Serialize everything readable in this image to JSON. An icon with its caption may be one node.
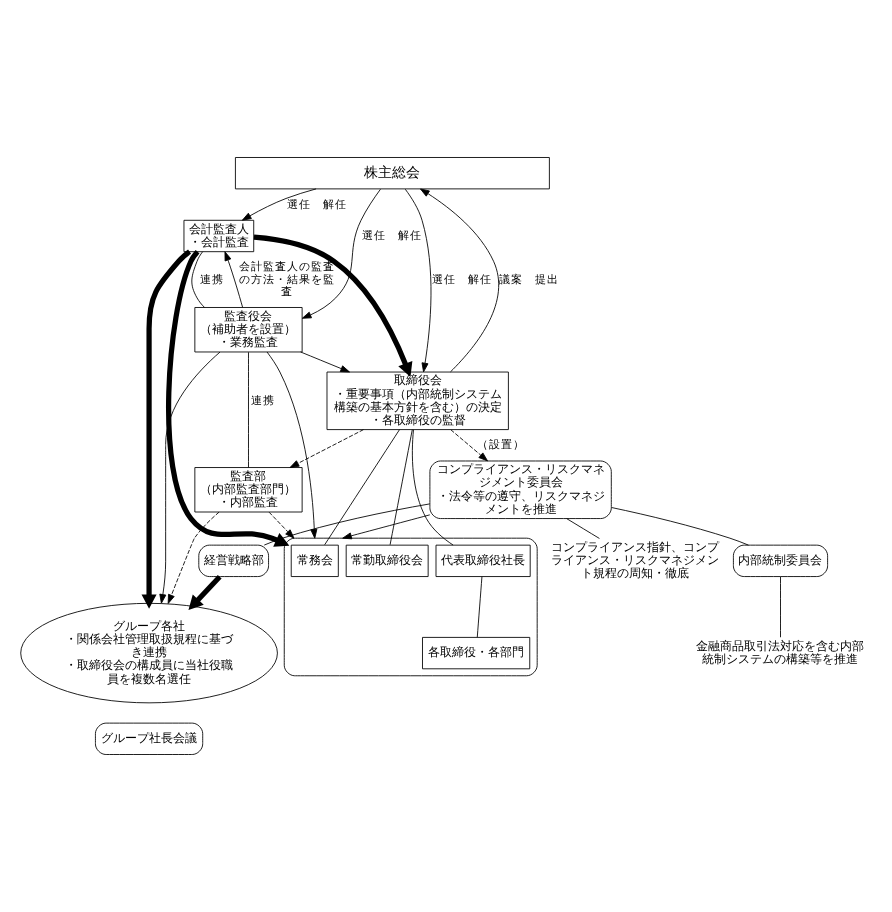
{
  "diagram": {
    "nodes": [
      {
        "text": [
          "株主総会"
        ]
      },
      {
        "text": [
          "会計監査人",
          "・会計監査"
        ]
      },
      {
        "text": [
          "監査役会",
          "（補助者を設置）",
          "・業務監査"
        ]
      },
      {
        "text": [
          "取締役会",
          "・重要事項（内部統制システム構築の基本方針を含む）の決定",
          "・各取締役の監督"
        ]
      },
      {
        "text": [],
        "shape": "ellipse"
      },
      {
        "text": [
          "常務会"
        ],
        "in": 4
      },
      {
        "text": [
          "常勤取締役会"
        ],
        "in": 4
      },
      {
        "text": [
          "代表取締役社長"
        ],
        "in": 4
      },
      {
        "text": [
          "各取締役・各部門"
        ],
        "in": 4
      },
      {
        "text": [
          "監査部",
          "（内部監査部門）",
          "・内部監査"
        ]
      },
      {
        "text": [
          "グループ各社",
          "・関係会社管理取扱規程に基づき連携",
          "・取締役会の構成員に当社役職員を複数名選任"
        ]
      },
      {
        "text": [
          "グループ社長会議"
        ]
      },
      {
        "text": [
          "経営戦略部"
        ]
      },
      {
        "text": [
          "コンプライアンス・リスクマネジメント委員会",
          "・法令等の遵守、リスクマネジメントを推進"
        ]
      },
      {
        "text": [
          "内部統制委員会"
        ]
      },
      {
        "text": [
          "コンプライアンス指針、コンプライアンス・リスクマネジメント規程の周知・徹底"
        ]
      },
      {
        "text": [
          "金融商品取引法対応を含む内部統制システムの構築等を推進"
        ]
      }
    ],
    "edges": [
      {
        "from": 0,
        "to": 1,
        "arrow": "to",
        "label": "選任　解任"
      },
      {
        "from": 0,
        "to": 2,
        "arrow": "to",
        "label": "選任　解任"
      },
      {
        "from": 0,
        "to": 3,
        "arrow": "to",
        "label": "選任　解任"
      },
      {
        "from": 3,
        "to": 0,
        "arrow": "to",
        "label": "議案　提出"
      },
      {
        "from": 2,
        "to": 1,
        "arrow": "to",
        "label": "会計監査人の監査の方法・結果を監査"
      },
      {
        "from": 1,
        "to": 2,
        "arrow": "none",
        "label": "連携"
      },
      {
        "from": 2,
        "to": 3,
        "arrow": "to"
      },
      {
        "from": 2,
        "to": 4,
        "arrow": "to"
      },
      {
        "from": 2,
        "to": 10,
        "arrow": "to"
      },
      {
        "from": 2,
        "to": 9,
        "arrow": "none",
        "label": "連携"
      },
      {
        "from": 1,
        "to": 4,
        "arrow": "to",
        "style": "thick"
      },
      {
        "from": 1,
        "to": 3,
        "arrow": "to",
        "style": "thick"
      },
      {
        "from": 1,
        "to": 10,
        "arrow": "to",
        "style": "thick"
      },
      {
        "from": 3,
        "to": 5,
        "arrow": "none"
      },
      {
        "from": 3,
        "to": 7,
        "arrow": "none"
      },
      {
        "from": 3,
        "to": 6,
        "arrow": "none"
      },
      {
        "from": 7,
        "to": 8,
        "arrow": "none"
      },
      {
        "from": 9,
        "to": 4,
        "arrow": "to",
        "style": "dashed"
      },
      {
        "from": 9,
        "to": 10,
        "arrow": "to",
        "style": "dashed"
      },
      {
        "from": 3,
        "to": 13,
        "arrow": "to",
        "style": "dashed",
        "label": "（設置）"
      },
      {
        "from": 3,
        "to": 9,
        "arrow": "to",
        "style": "dashed"
      },
      {
        "from": 13,
        "to": 4,
        "arrow": "to"
      },
      {
        "from": 13,
        "to": 12,
        "arrow": "none"
      },
      {
        "from": 12,
        "to": 10,
        "arrow": "to",
        "style": "thick"
      },
      {
        "from": 13,
        "to": 14,
        "arrow": "none"
      },
      {
        "from": 13,
        "to": 15,
        "arrow": "none"
      },
      {
        "from": 14,
        "to": 16,
        "arrow": "none"
      }
    ]
  }
}
